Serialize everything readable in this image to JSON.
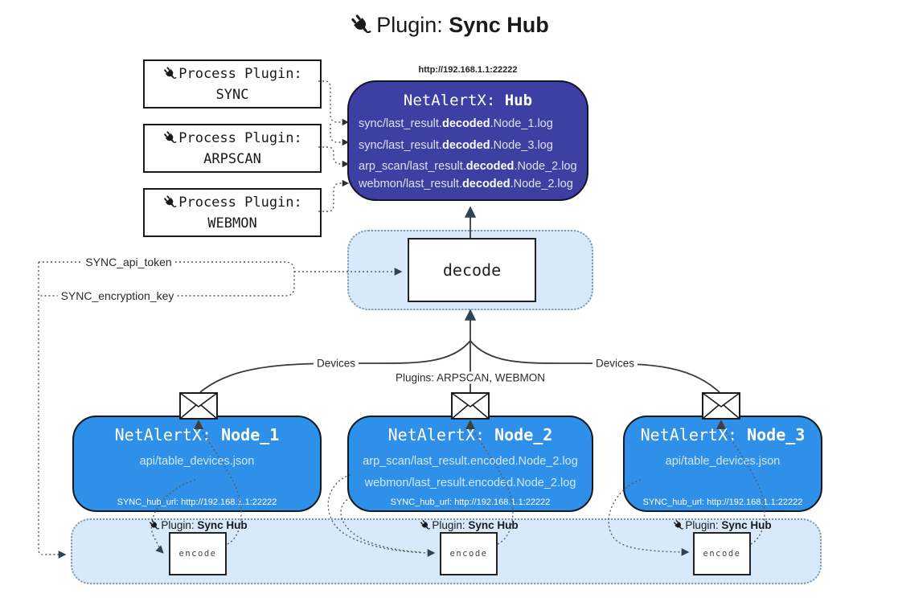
{
  "title": {
    "prefix": "Plugin: ",
    "bold": "Sync Hub"
  },
  "process_plugins": {
    "label": "Process Plugin:",
    "items": [
      "SYNC",
      "ARPSCAN",
      "WEBMON"
    ]
  },
  "hub": {
    "url": "http://192.168.1.1:22222",
    "title_prefix": "NetAlertX: ",
    "title_bold": "Hub",
    "logs": [
      {
        "pre": "sync/last_result.",
        "bold": "decoded",
        "post": ".Node_1.log"
      },
      {
        "pre": "sync/last_result.",
        "bold": "decoded",
        "post": ".Node_3.log"
      },
      {
        "pre": "arp_scan/last_result.",
        "bold": "decoded",
        "post": ".Node_2.log"
      },
      {
        "pre": "webmon/last_result.",
        "bold": "decoded",
        "post": ".Node_2.log"
      }
    ]
  },
  "decode": {
    "label": "decode"
  },
  "params": {
    "api_token": "SYNC_api_token",
    "encryption_key": "SYNC_encryption_key"
  },
  "edges": {
    "devices_left": "Devices",
    "devices_right": "Devices",
    "plugins_mid": "Plugins: ARPSCAN, WEBMON"
  },
  "nodes": [
    {
      "title_prefix": "NetAlertX: ",
      "title_bold": "Node_1",
      "lines": [
        "api/table_devices.json"
      ],
      "hub_url": "SYNC_hub_url: http://192.168.1.1:22222"
    },
    {
      "title_prefix": "NetAlertX: ",
      "title_bold": "Node_2",
      "lines": [
        "arp_scan/last_result.encoded.Node_2.log",
        "webmon/last_result.encoded.Node_2.log"
      ],
      "hub_url": "SYNC_hub_url: http://192.168.1.1:22222"
    },
    {
      "title_prefix": "NetAlertX: ",
      "title_bold": "Node_3",
      "lines": [
        "api/table_devices.json"
      ],
      "hub_url": "SYNC_hub_url: http://192.168.1.1:22222"
    }
  ],
  "encode": {
    "plugin_prefix": "Plugin: ",
    "plugin_bold": "Sync Hub",
    "label": "encode"
  },
  "colors": {
    "hub_bg": "#3d3fa3",
    "node_bg": "#2e90e9",
    "panel_bg": "#d7e9fb",
    "panel_border": "#7c97ad",
    "arrow": "#2e4456"
  }
}
